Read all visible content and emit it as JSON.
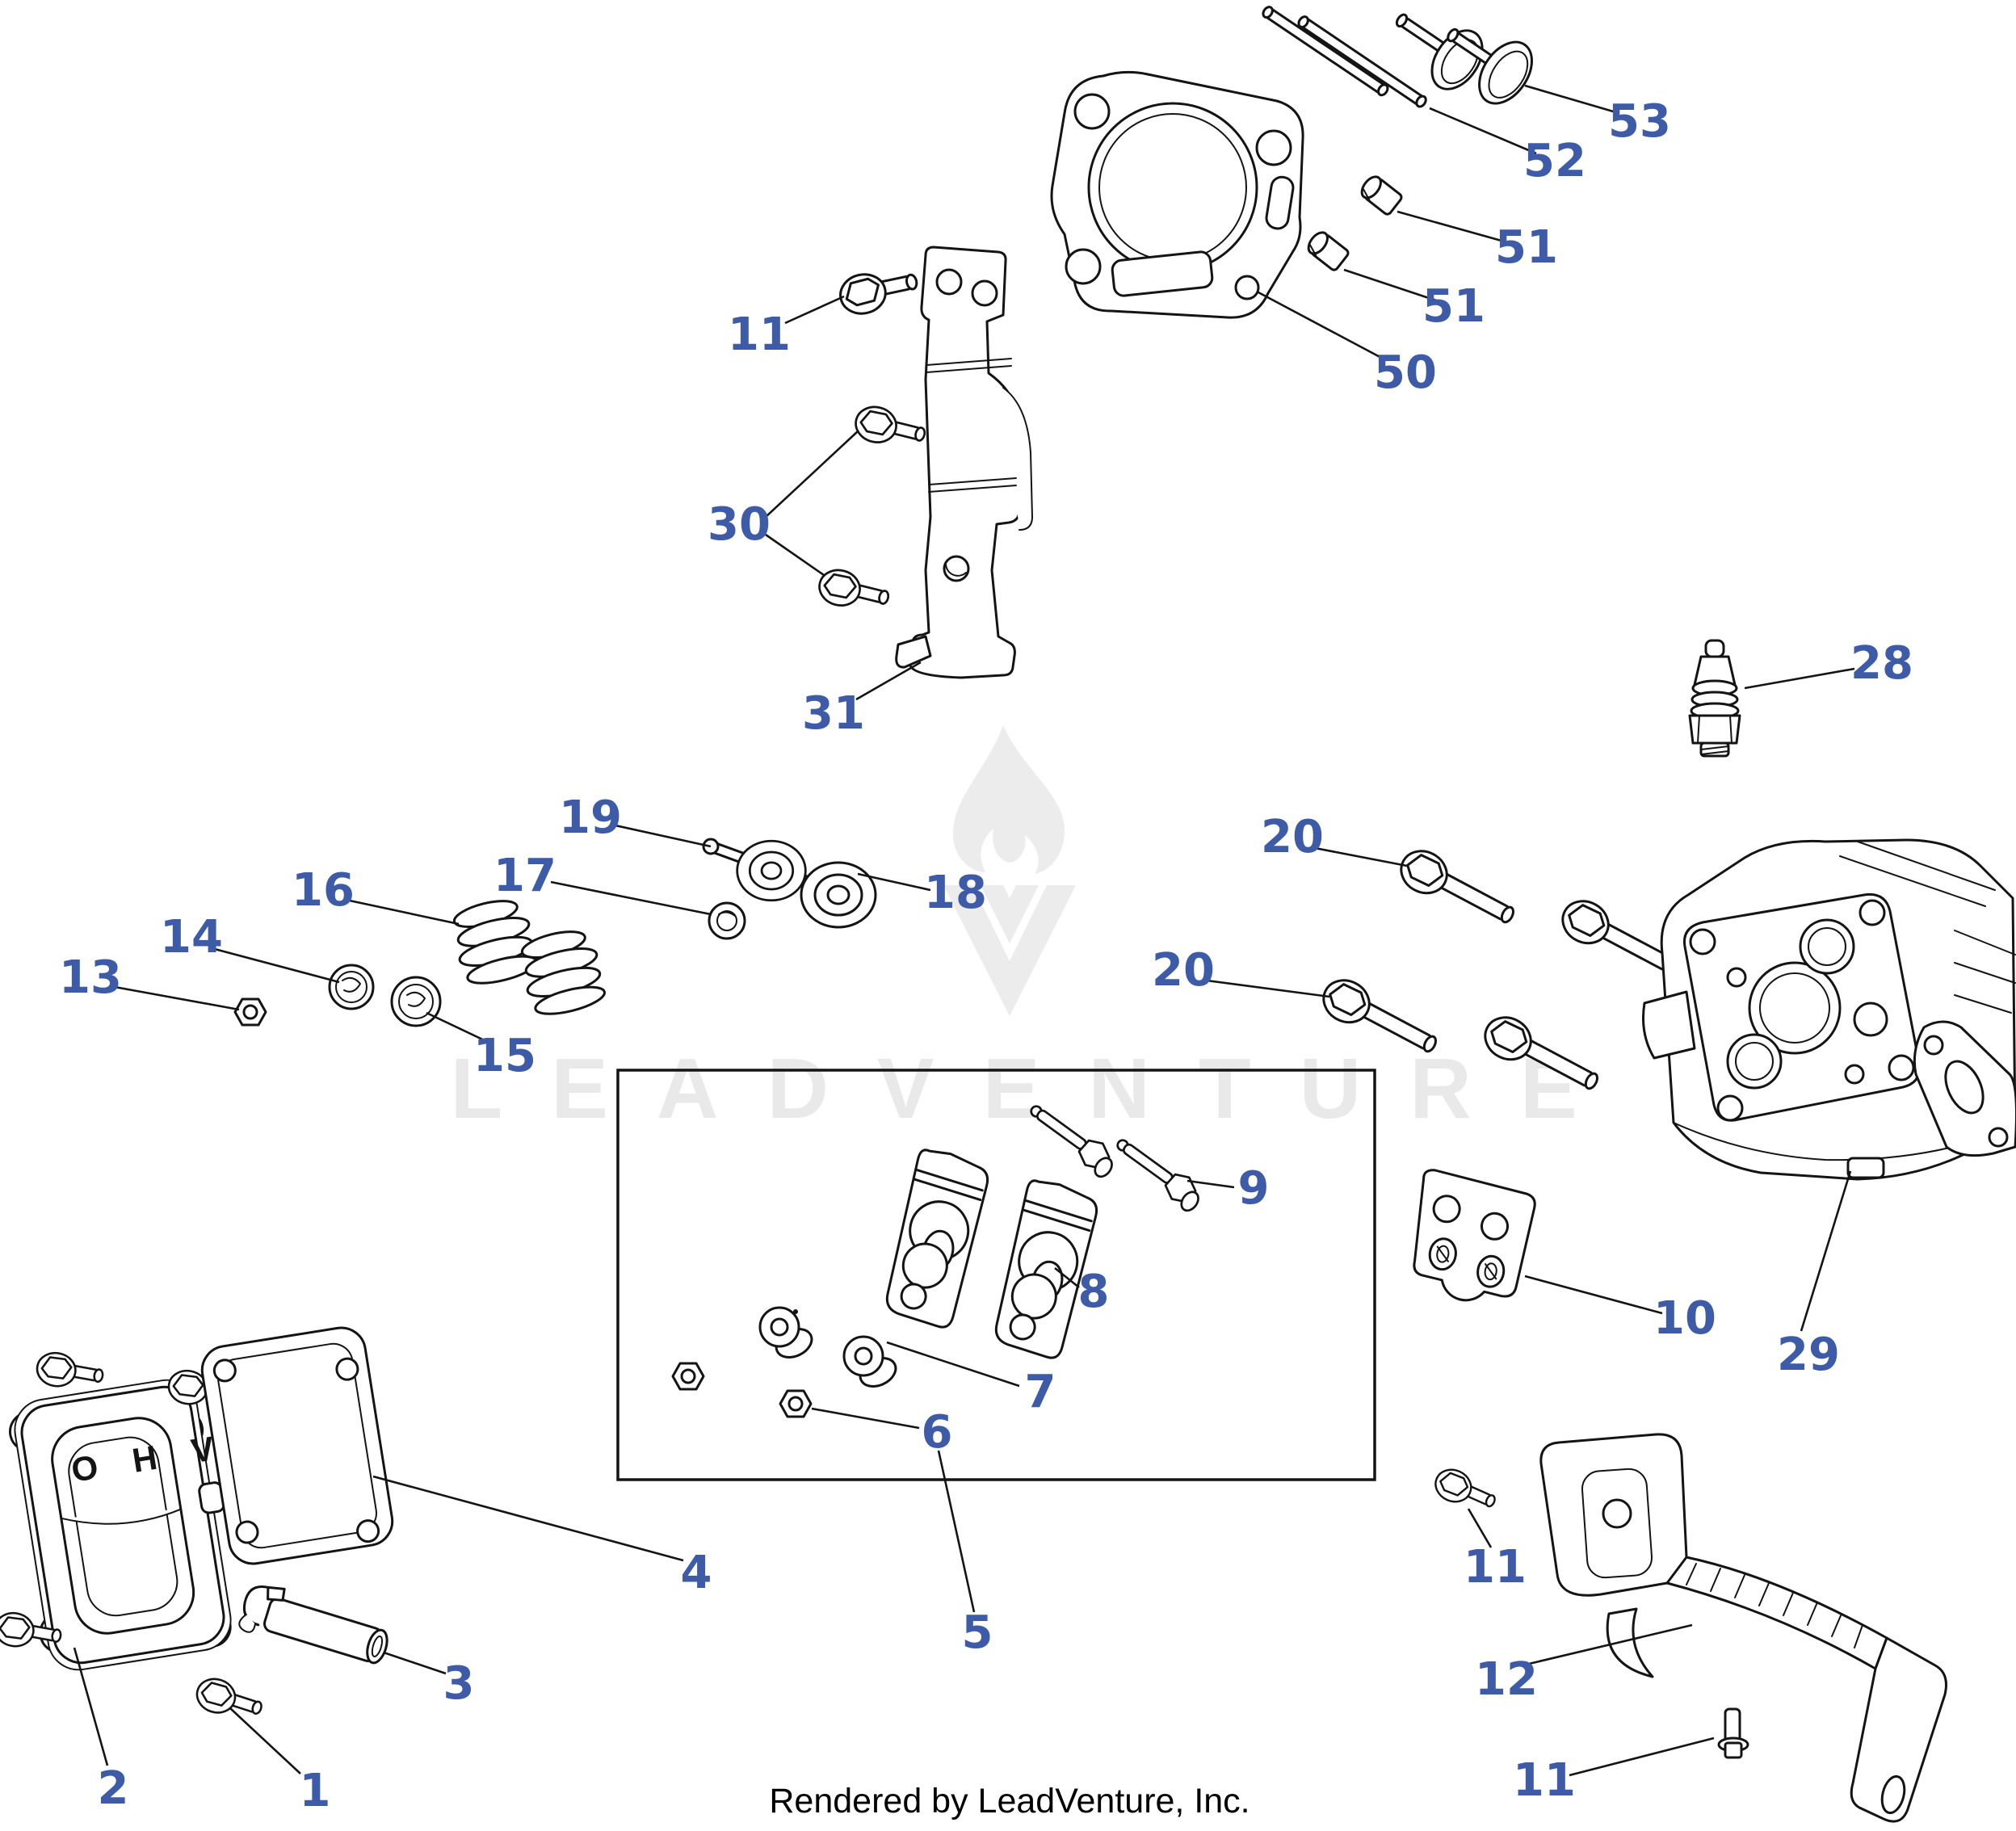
{
  "diagram": {
    "watermark_text": "LEADVENTURE",
    "footer_text": "Rendered by LeadVenture, Inc.",
    "cover_embossed_text": "O H V",
    "callout_color": "#3d5ba6",
    "line_color": "#141414",
    "watermark_color": "#e9e9e9",
    "background_color": "#ffffff",
    "watermark_logo": "leadventure-flame-lv-monogram"
  },
  "callouts": [
    {
      "label": "1"
    },
    {
      "label": "2"
    },
    {
      "label": "3"
    },
    {
      "label": "4"
    },
    {
      "label": "5"
    },
    {
      "label": "6"
    },
    {
      "label": "7"
    },
    {
      "label": "8"
    },
    {
      "label": "9"
    },
    {
      "label": "10"
    },
    {
      "label": "11"
    },
    {
      "label": "11"
    },
    {
      "label": "11"
    },
    {
      "label": "12"
    },
    {
      "label": "13"
    },
    {
      "label": "14"
    },
    {
      "label": "15"
    },
    {
      "label": "16"
    },
    {
      "label": "17"
    },
    {
      "label": "18"
    },
    {
      "label": "19"
    },
    {
      "label": "20"
    },
    {
      "label": "20"
    },
    {
      "label": "28"
    },
    {
      "label": "29"
    },
    {
      "label": "30"
    },
    {
      "label": "31"
    },
    {
      "label": "50"
    },
    {
      "label": "51"
    },
    {
      "label": "51"
    },
    {
      "label": "52"
    },
    {
      "label": "53"
    }
  ]
}
